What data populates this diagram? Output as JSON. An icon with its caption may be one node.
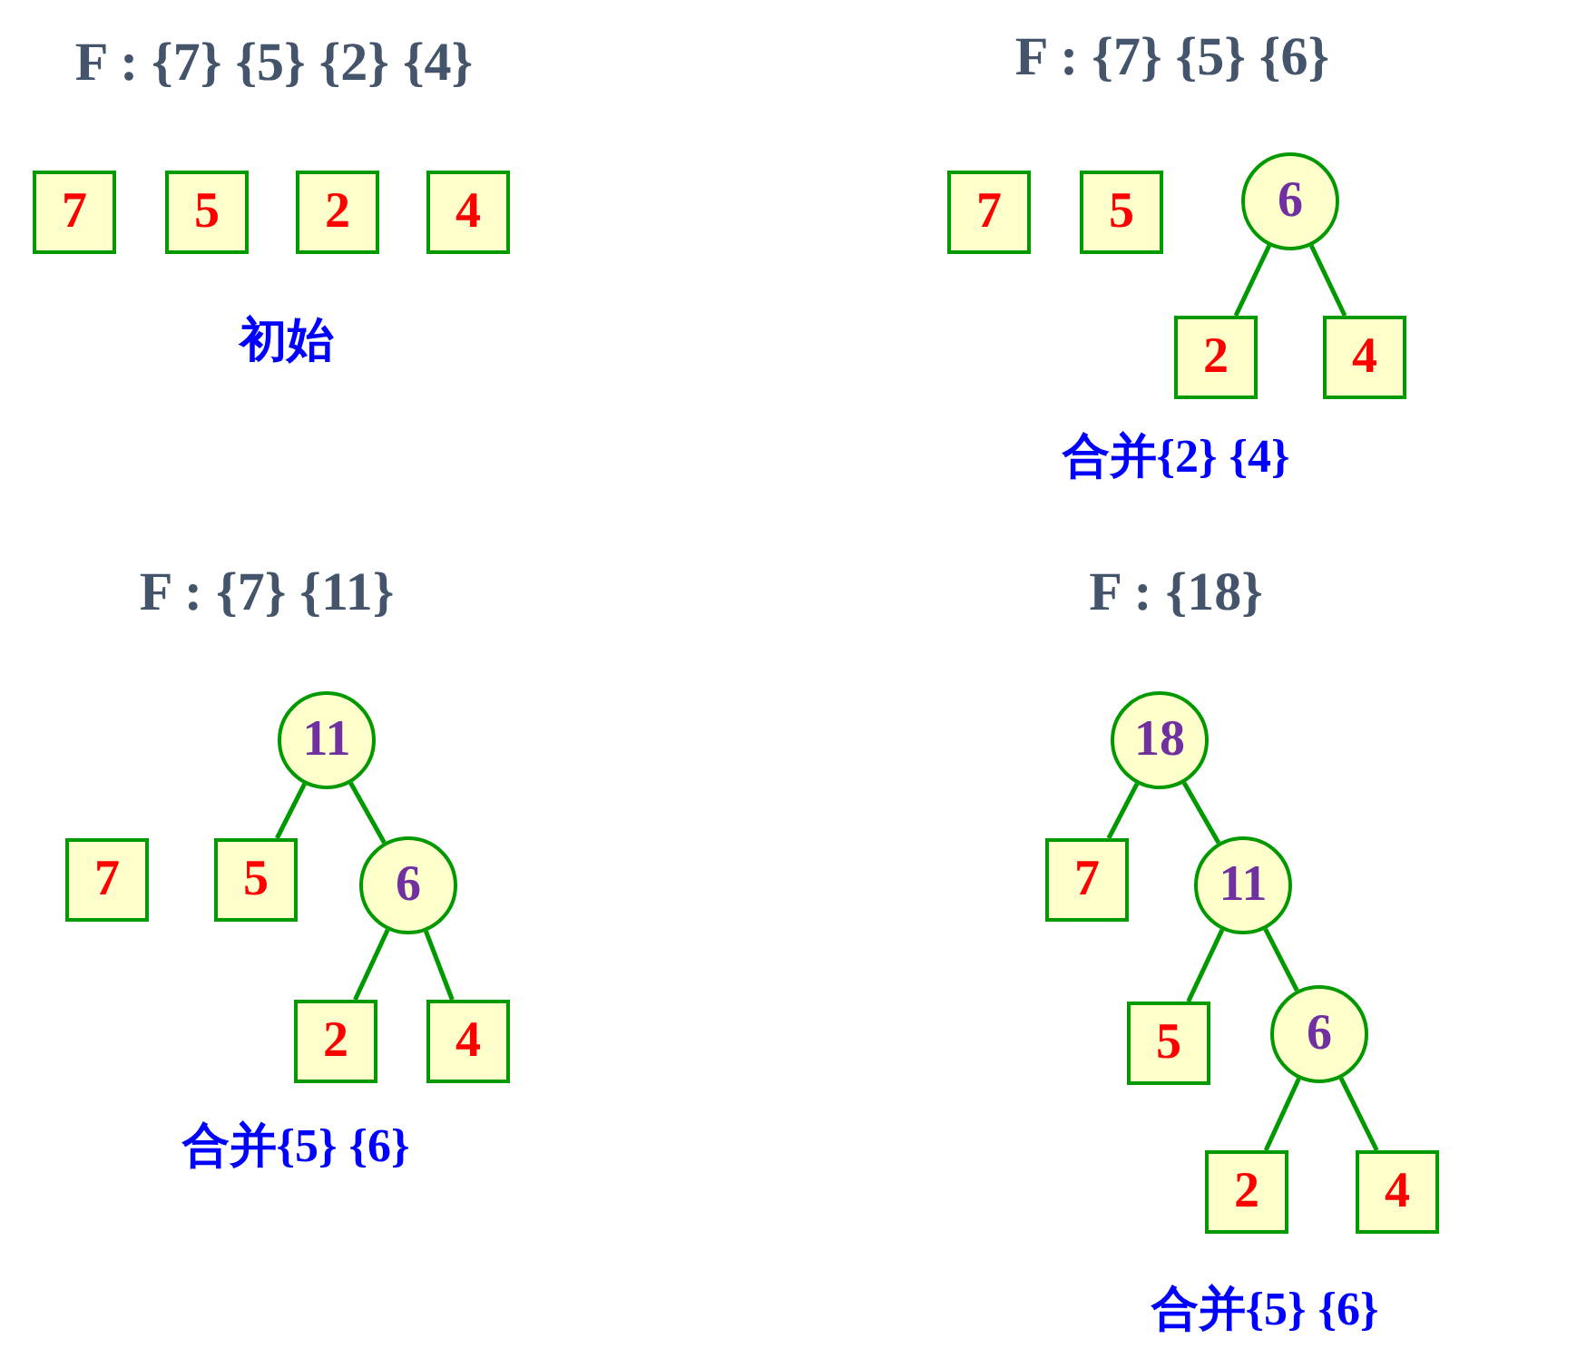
{
  "diagram": {
    "nodes": [
      {
        "text": [
          "7"
        ]
      },
      {
        "text": [
          "5"
        ]
      },
      {
        "text": [
          "2"
        ]
      },
      {
        "text": [
          "4"
        ]
      },
      {
        "text": [
          "7"
        ]
      },
      {
        "text": [
          "5"
        ]
      },
      {
        "text": [
          "6"
        ]
      },
      {
        "text": [
          "2"
        ]
      },
      {
        "text": [
          "4"
        ]
      },
      {
        "text": [
          "11"
        ]
      },
      {
        "text": [
          "7"
        ]
      },
      {
        "text": [
          "5"
        ]
      },
      {
        "text": [
          "6"
        ]
      },
      {
        "text": [
          "2"
        ]
      },
      {
        "text": [
          "4"
        ]
      },
      {
        "text": [
          "18"
        ]
      },
      {
        "text": [
          "7"
        ]
      },
      {
        "text": [
          "11"
        ]
      },
      {
        "text": [
          "5"
        ]
      },
      {
        "text": [
          "6"
        ]
      },
      {
        "text": [
          "2"
        ]
      },
      {
        "text": [
          "4"
        ]
      }
    ],
    "edges": [
      {
        "from": 6,
        "to": 7,
        "arrow": "none"
      },
      {
        "from": 6,
        "to": 8,
        "arrow": "none"
      },
      {
        "from": 9,
        "to": 11,
        "arrow": "none"
      },
      {
        "from": 9,
        "to": 12,
        "arrow": "none"
      },
      {
        "from": 12,
        "to": 13,
        "arrow": "none"
      },
      {
        "from": 12,
        "to": 14,
        "arrow": "none"
      },
      {
        "from": 15,
        "to": 16,
        "arrow": "none"
      },
      {
        "from": 15,
        "to": 17,
        "arrow": "none"
      },
      {
        "from": 17,
        "to": 18,
        "arrow": "none"
      },
      {
        "from": 17,
        "to": 19,
        "arrow": "none"
      },
      {
        "from": 19,
        "to": 20,
        "arrow": "none"
      },
      {
        "from": 19,
        "to": 21,
        "arrow": "none"
      }
    ],
    "labels": [
      "F : {7} {5} {2} {4}",
      "F : {7} {5} {6}",
      "初始",
      "合并{2} {4}",
      "F : {7} {11}",
      "F : {18}",
      "合并{5} {6}",
      "合并{5} {6}"
    ]
  }
}
